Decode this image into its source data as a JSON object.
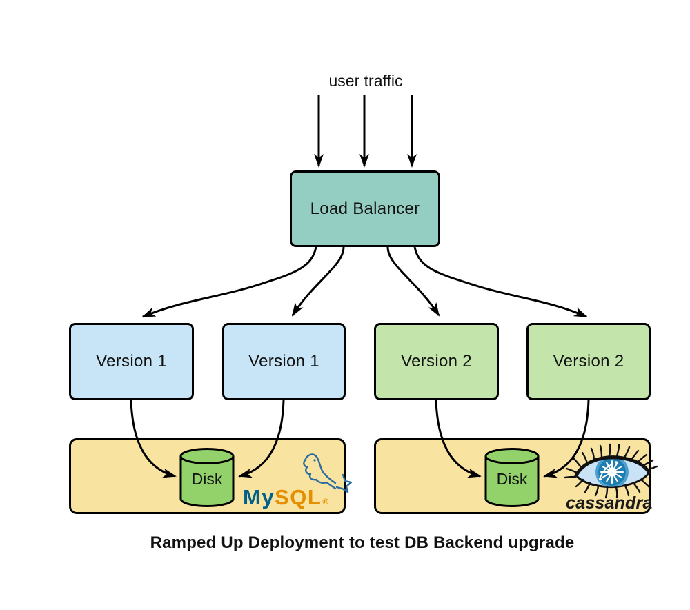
{
  "labels": {
    "user_traffic": "user traffic",
    "caption": "Ramped Up Deployment to test DB Backend upgrade"
  },
  "nodes": {
    "load_balancer": {
      "label": "Load Balancer",
      "fill": "#94CEC2"
    },
    "versions": [
      {
        "label": "Version 1",
        "fill": "#C7E5F6"
      },
      {
        "label": "Version 1",
        "fill": "#C7E5F6"
      },
      {
        "label": "Version 2",
        "fill": "#C3E5AB"
      },
      {
        "label": "Version 2",
        "fill": "#C3E5AB"
      }
    ],
    "db_containers": [
      {
        "name": "MySQL",
        "fill": "#F8E3A1",
        "disk": {
          "label": "Disk"
        }
      },
      {
        "name": "cassandra",
        "fill": "#F8E3A1",
        "disk": {
          "label": "Disk"
        }
      }
    ]
  },
  "logos": {
    "mysql": {
      "part_my": "My",
      "part_sql": "SQL",
      "registered_mark": "®",
      "color_blue": "#00618A",
      "color_orange": "#E48E00",
      "dolphin_color": "#2A6D9E"
    },
    "cassandra": {
      "wordmark": "cassandra",
      "color_text": "#1A1A1A"
    }
  },
  "colors": {
    "background": "#FFFFFF",
    "outline": "#000000",
    "disk_fill": "#93D26B"
  }
}
